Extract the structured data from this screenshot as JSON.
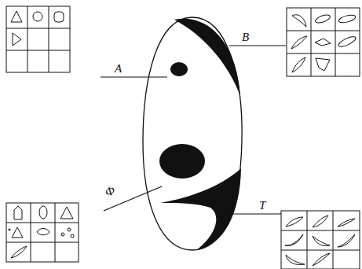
{
  "diagram": {
    "labels": [
      "A",
      "B",
      "Ф",
      "T"
    ]
  }
}
